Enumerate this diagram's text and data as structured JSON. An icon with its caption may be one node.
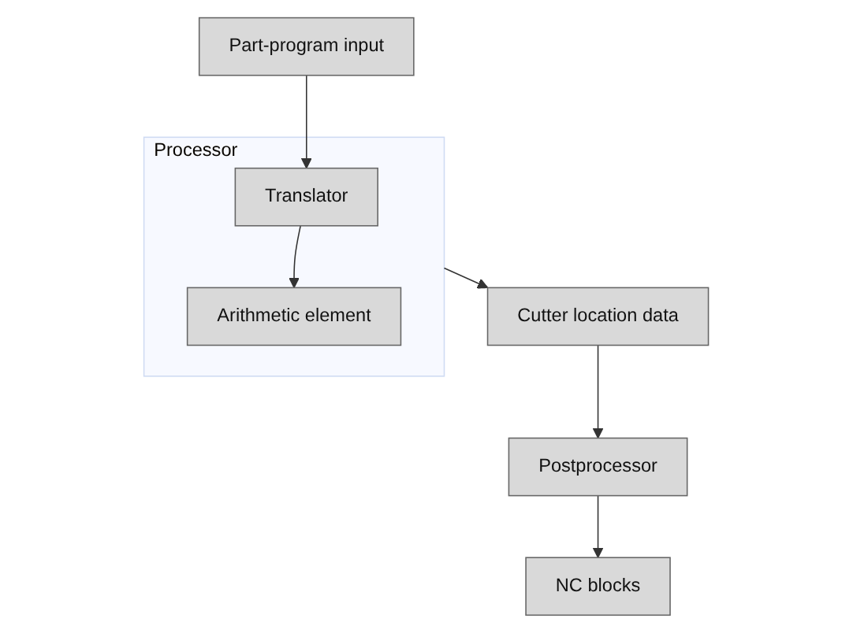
{
  "diagram": {
    "nodes": [
      {
        "text": [
          "Part-program input"
        ]
      },
      {
        "text": [
          "Processor"
        ]
      },
      {
        "text": [
          "Translator"
        ],
        "in": 1
      },
      {
        "text": [
          "Arithmetic element"
        ],
        "in": 1
      },
      {
        "text": [
          "Cutter location data"
        ]
      },
      {
        "text": [
          "Postprocessor"
        ]
      },
      {
        "text": [
          "NC blocks"
        ]
      }
    ],
    "edges": [
      {
        "from": 0,
        "to": 2,
        "arrow": "to"
      },
      {
        "from": 2,
        "to": 3,
        "arrow": "to"
      },
      {
        "from": 1,
        "to": 4,
        "arrow": "to"
      },
      {
        "from": 4,
        "to": 5,
        "arrow": "to"
      },
      {
        "from": 5,
        "to": 6,
        "arrow": "to"
      }
    ]
  }
}
